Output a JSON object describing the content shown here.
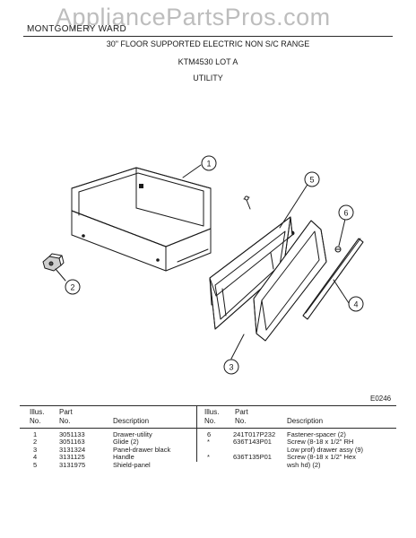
{
  "header": {
    "watermark": "AppliancePartsPros.com",
    "brand": "MONTGOMERY WARD",
    "title": "30\" FLOOR SUPPORTED ELECTRIC NON S/C RANGE",
    "model": "KTM4530 LOT A",
    "section": "UTILITY"
  },
  "diagram": {
    "callouts": [
      "1",
      "2",
      "3",
      "4",
      "5",
      "6"
    ],
    "code": "E0246"
  },
  "table": {
    "left_headers": {
      "illus": "Illus.",
      "no": "No.",
      "part": "Part",
      "part_no": "No.",
      "description": "Description"
    },
    "right_headers": {
      "illus": "Illus.",
      "no": "No.",
      "part": "Part",
      "part_no": "No.",
      "description": "Description"
    },
    "left_rows": [
      {
        "illus": "1",
        "part": "3051133",
        "description": "Drawer-utility"
      },
      {
        "illus": "2",
        "part": "3051163",
        "description": "Glide (2)"
      },
      {
        "illus": "3",
        "part": "3131324",
        "description": "Panel-drawer black"
      },
      {
        "illus": "4",
        "part": "3131125",
        "description": "Handle"
      },
      {
        "illus": "5",
        "part": "3131975",
        "description": "Shield-panel"
      }
    ],
    "right_rows": [
      {
        "illus": "6",
        "part": "241T017P232",
        "description": "Fastener-spacer (2)"
      },
      {
        "illus": "*",
        "part": "636T143P01",
        "description": "Screw (8-18 x 1/2\" RH"
      },
      {
        "illus": "",
        "part": "",
        "description": "Low prof) drawer assy (9)"
      },
      {
        "illus": "*",
        "part": "636T135P01",
        "description": "Screw (8-18 x 1/2\" Hex"
      },
      {
        "illus": "",
        "part": "",
        "description": "wsh hd) (2)"
      }
    ]
  }
}
